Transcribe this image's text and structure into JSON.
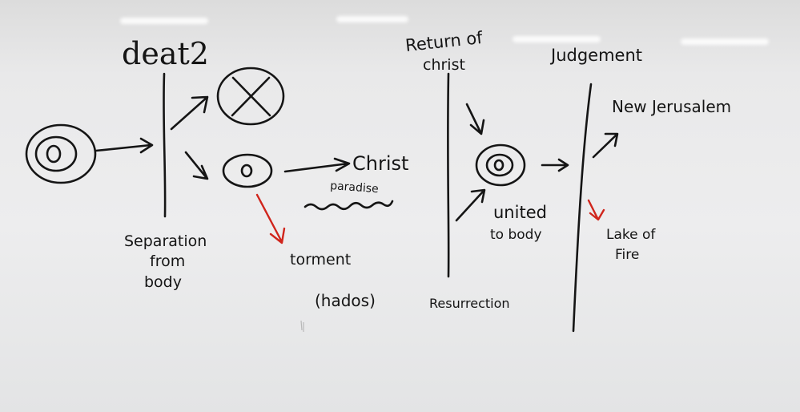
{
  "colors": {
    "ink": "#151515",
    "red": "#d0251c",
    "board": "#e8e8e9"
  },
  "labels": {
    "death": "deat2",
    "separation_line1": "Separation",
    "separation_line2": "from",
    "separation_line3": "body",
    "christ": "Christ",
    "paradise": "paradise",
    "torment": "torment",
    "hades": "(hados)",
    "return_line1": "Return of",
    "return_line2": "christ",
    "resurrection": "Resurrection",
    "united_line1": "united",
    "united_line2": "to body",
    "judgement": "Judgement",
    "new_jerusalem": "New Jerusalem",
    "lake_line1": "Lake of",
    "lake_line2": "Fire"
  }
}
